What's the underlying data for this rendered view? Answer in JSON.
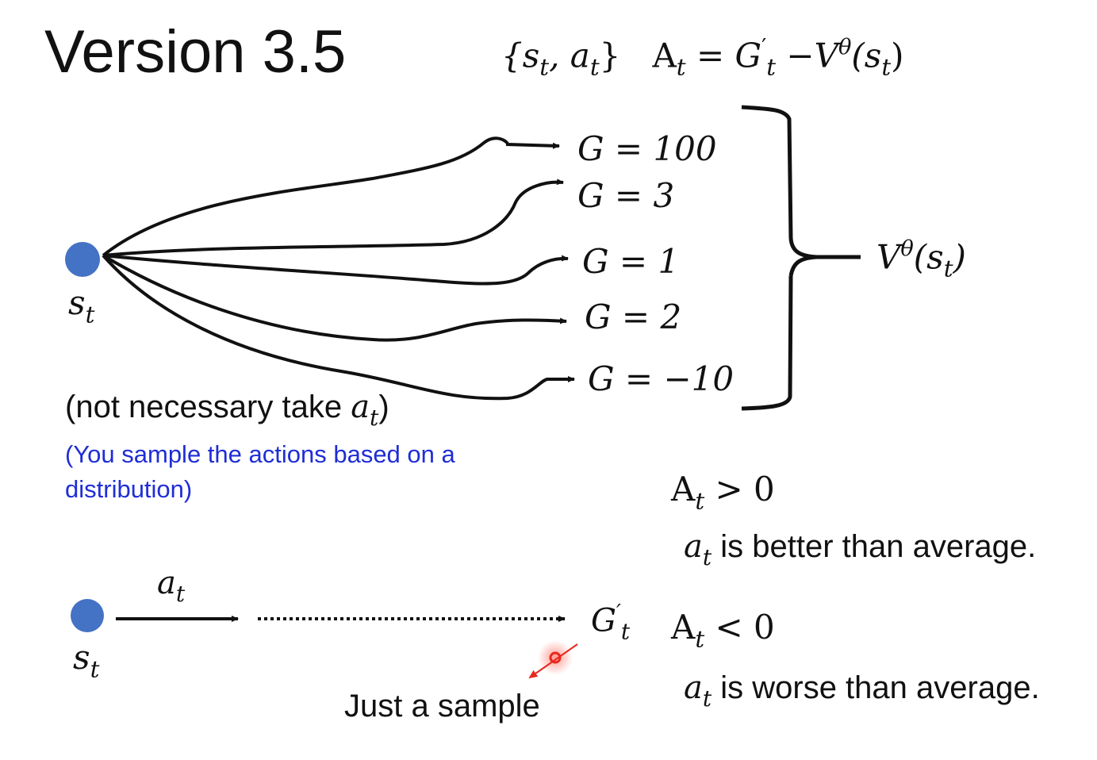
{
  "title": "Version 3.5",
  "top_formula": {
    "pair": "{s",
    "pair_sub1": "t",
    "pair_mid": ", a",
    "pair_sub2": "t",
    "pair_end": "}",
    "adv": "A",
    "adv_sub": "t",
    "rhs1": " = G",
    "rhs1_sup": "′",
    "rhs1_sub": "t",
    "rhs2": " −V",
    "rhs2_sup": "θ",
    "rhs2_arg": "(s",
    "rhs2_arg_sub": "t",
    "rhs2_end": ")"
  },
  "returns": [
    "G = 100",
    "G = 3",
    "G = 1",
    "G = 2",
    "G = −10"
  ],
  "value": {
    "v": "V",
    "sup": "θ",
    "arg": "(s",
    "sub": "t",
    "end": ")"
  },
  "state_label": {
    "s": "s",
    "sub": "t"
  },
  "note": {
    "line1_pre": "(not necessary take ",
    "line1_a": "a",
    "line1_sub": "t",
    "line1_post": ")",
    "line2": "(You sample the actions based on a distribution)"
  },
  "action_label": {
    "a": "a",
    "sub": "t"
  },
  "sample_return": {
    "g": "G",
    "sup": "′",
    "sub": "t"
  },
  "advantage_positive": {
    "a": "A",
    "sub": "t",
    "rel": " > 0"
  },
  "better_text": {
    "a": "a",
    "sub": "t",
    "rest": " is better than average."
  },
  "advantage_negative": {
    "a": "A",
    "sub": "t",
    "rel": " < 0"
  },
  "worse_text": {
    "a": "a",
    "sub": "t",
    "rest": " is worse than average."
  },
  "sample_note": "Just a sample",
  "colors": {
    "node": "#4472c4",
    "note": "#1f2dd6",
    "pointer": "#e8281e",
    "ink": "#111111"
  }
}
